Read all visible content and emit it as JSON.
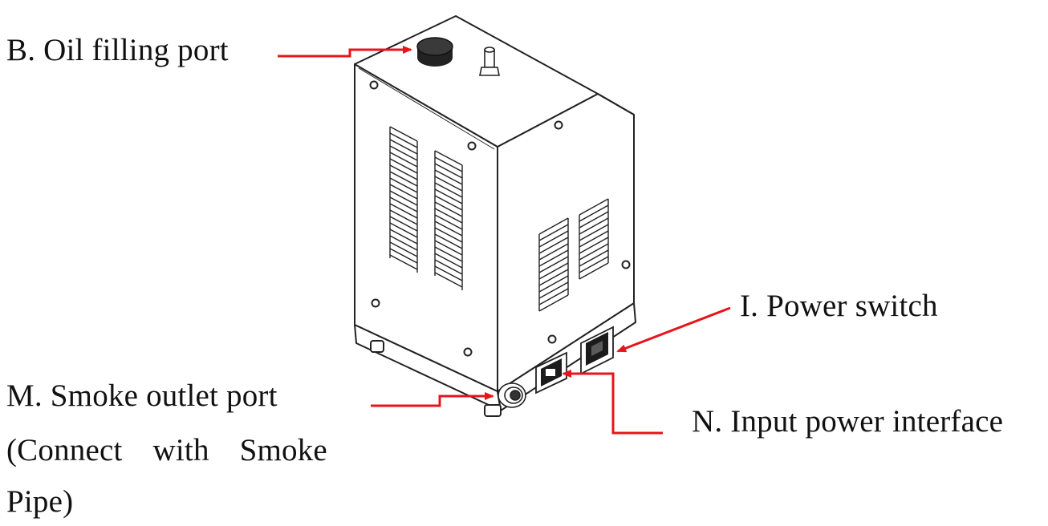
{
  "labels": {
    "oil_filling_port": "B. Oil filling port",
    "power_switch": "I. Power switch",
    "smoke_outlet_line1": "M. Smoke outlet port",
    "smoke_outlet_line2": "(Connect with Smoke",
    "smoke_outlet_line3": "Pipe)",
    "input_power": "N. Input power interface"
  },
  "colors": {
    "arrow": "#e8141b",
    "outline": "#222222",
    "text": "#111111"
  }
}
